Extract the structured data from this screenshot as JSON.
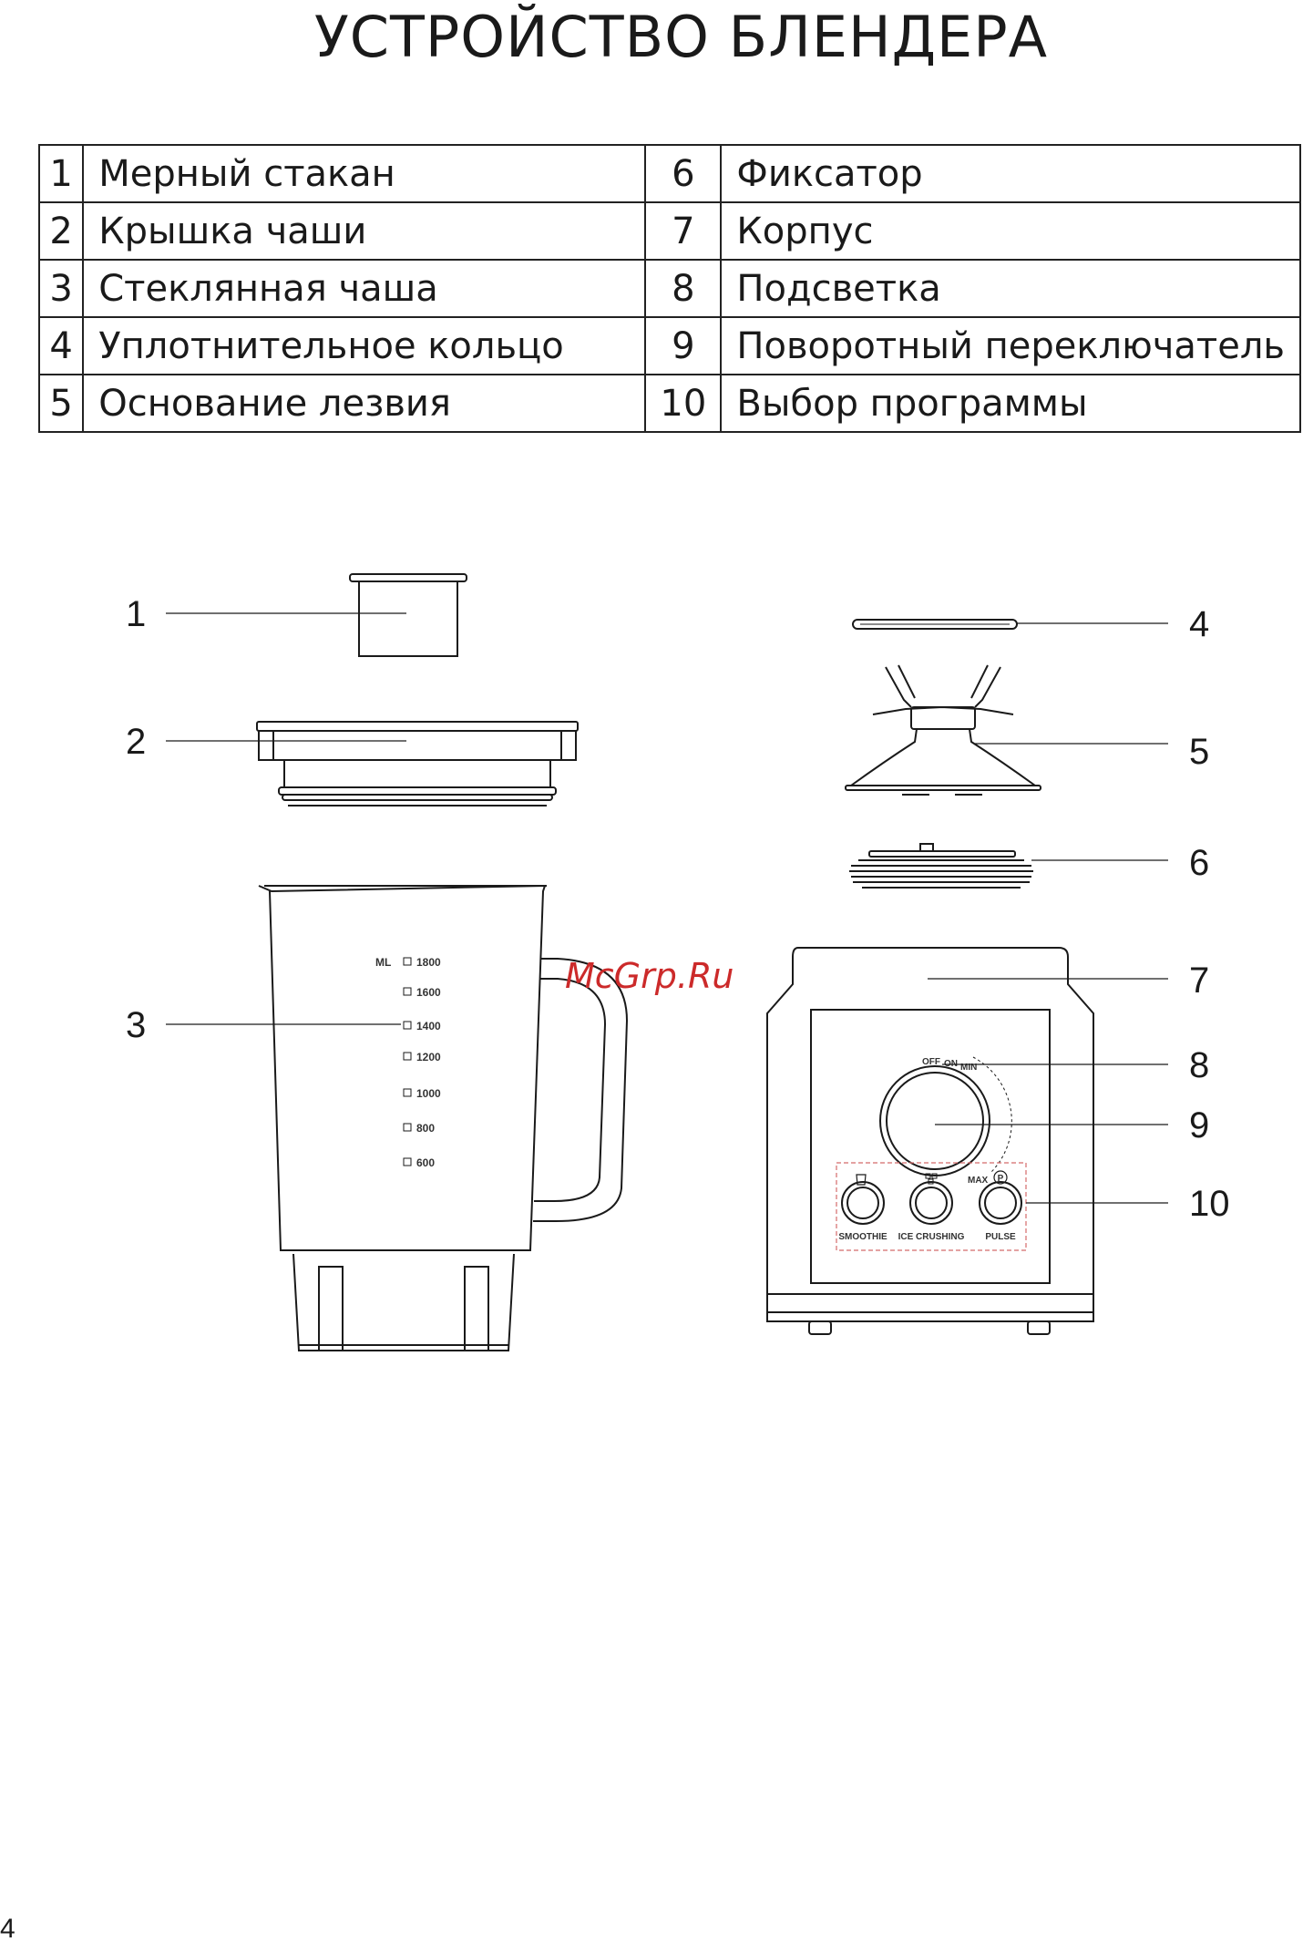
{
  "title": "УСТРОЙСТВО БЛЕНДЕРА",
  "parts": [
    {
      "num": "1",
      "name": "Мерный стакан"
    },
    {
      "num": "2",
      "name": "Крышка чаши"
    },
    {
      "num": "3",
      "name": "Стеклянная чаша"
    },
    {
      "num": "4",
      "name": "Уплотнительное кольцо"
    },
    {
      "num": "5",
      "name": "Основание лезвия"
    },
    {
      "num": "6",
      "name": "Фиксатор"
    },
    {
      "num": "7",
      "name": "Корпус"
    },
    {
      "num": "8",
      "name": "Подсветка"
    },
    {
      "num": "9",
      "name": "Поворотный переключатель"
    },
    {
      "num": "10",
      "name": "Выбор программы"
    }
  ],
  "jug_scale": {
    "unit": "ML",
    "marks": [
      "1800",
      "1600",
      "1400",
      "1200",
      "1000",
      "800",
      "600"
    ]
  },
  "knob_labels": [
    "OFF",
    "ON",
    "MIN",
    "MAX"
  ],
  "program_buttons": [
    "SMOOTHIE",
    "ICE CRUSHING",
    "PULSE"
  ],
  "pulse_symbol": "P",
  "watermark": "McGrp.Ru",
  "page_number": "4",
  "colors": {
    "ink": "#1a1a1a",
    "watermark": "#cc2a2a",
    "program_frame": "#d46a6a"
  }
}
